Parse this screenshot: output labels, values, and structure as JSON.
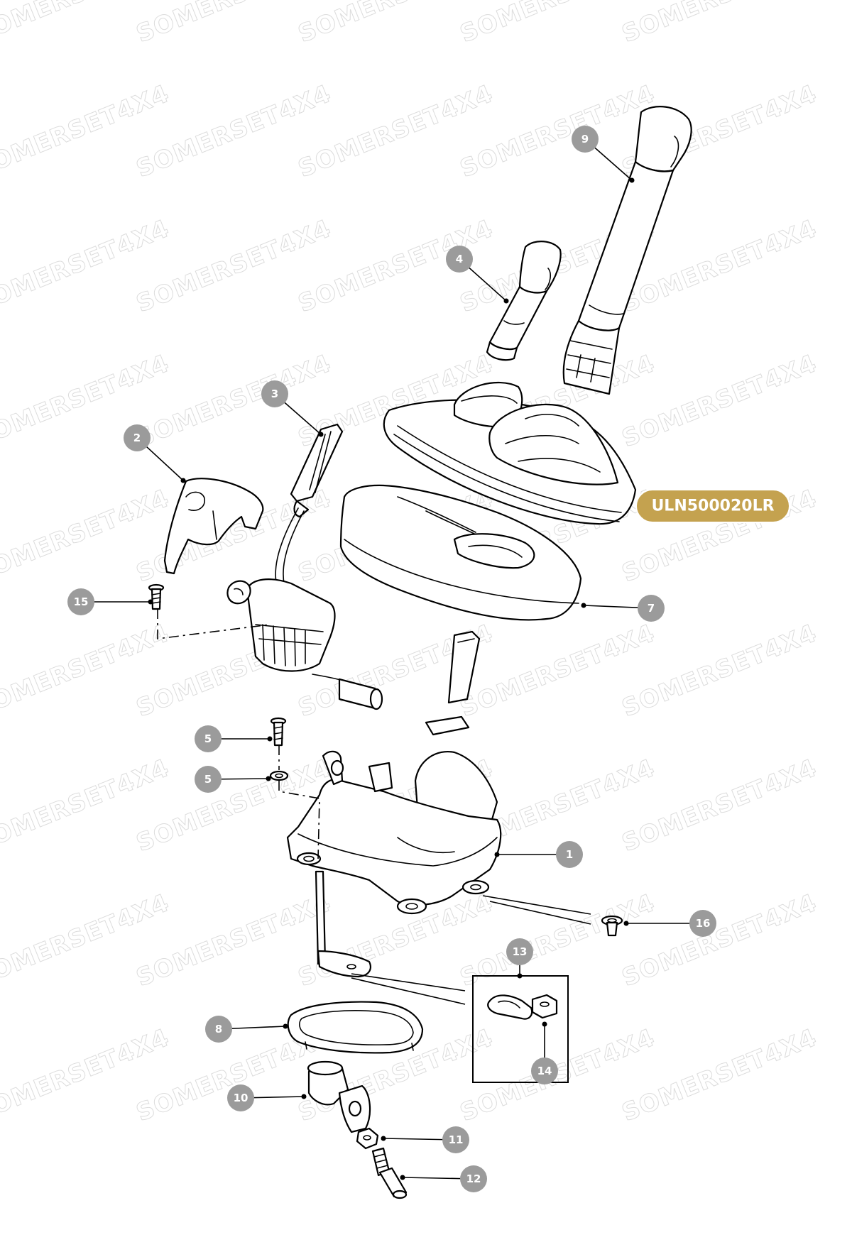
{
  "watermark": "SOMERSET4X4",
  "part_number": "ULN500020LR",
  "callouts": [
    {
      "id": "c9",
      "label": "9"
    },
    {
      "id": "c4",
      "label": "4"
    },
    {
      "id": "c3",
      "label": "3"
    },
    {
      "id": "c2",
      "label": "2"
    },
    {
      "id": "c15",
      "label": "15"
    },
    {
      "id": "c7",
      "label": "7"
    },
    {
      "id": "c5a",
      "label": "5"
    },
    {
      "id": "c5b",
      "label": "5"
    },
    {
      "id": "c1",
      "label": "1"
    },
    {
      "id": "c16",
      "label": "16"
    },
    {
      "id": "c13",
      "label": "13"
    },
    {
      "id": "c8",
      "label": "8"
    },
    {
      "id": "c14",
      "label": "14"
    },
    {
      "id": "c10",
      "label": "10"
    },
    {
      "id": "c11",
      "label": "11"
    },
    {
      "id": "c12",
      "label": "12"
    }
  ],
  "colors": {
    "callout": "#9b9b9b",
    "part_badge": "#c4a24f",
    "line": "#000000"
  }
}
